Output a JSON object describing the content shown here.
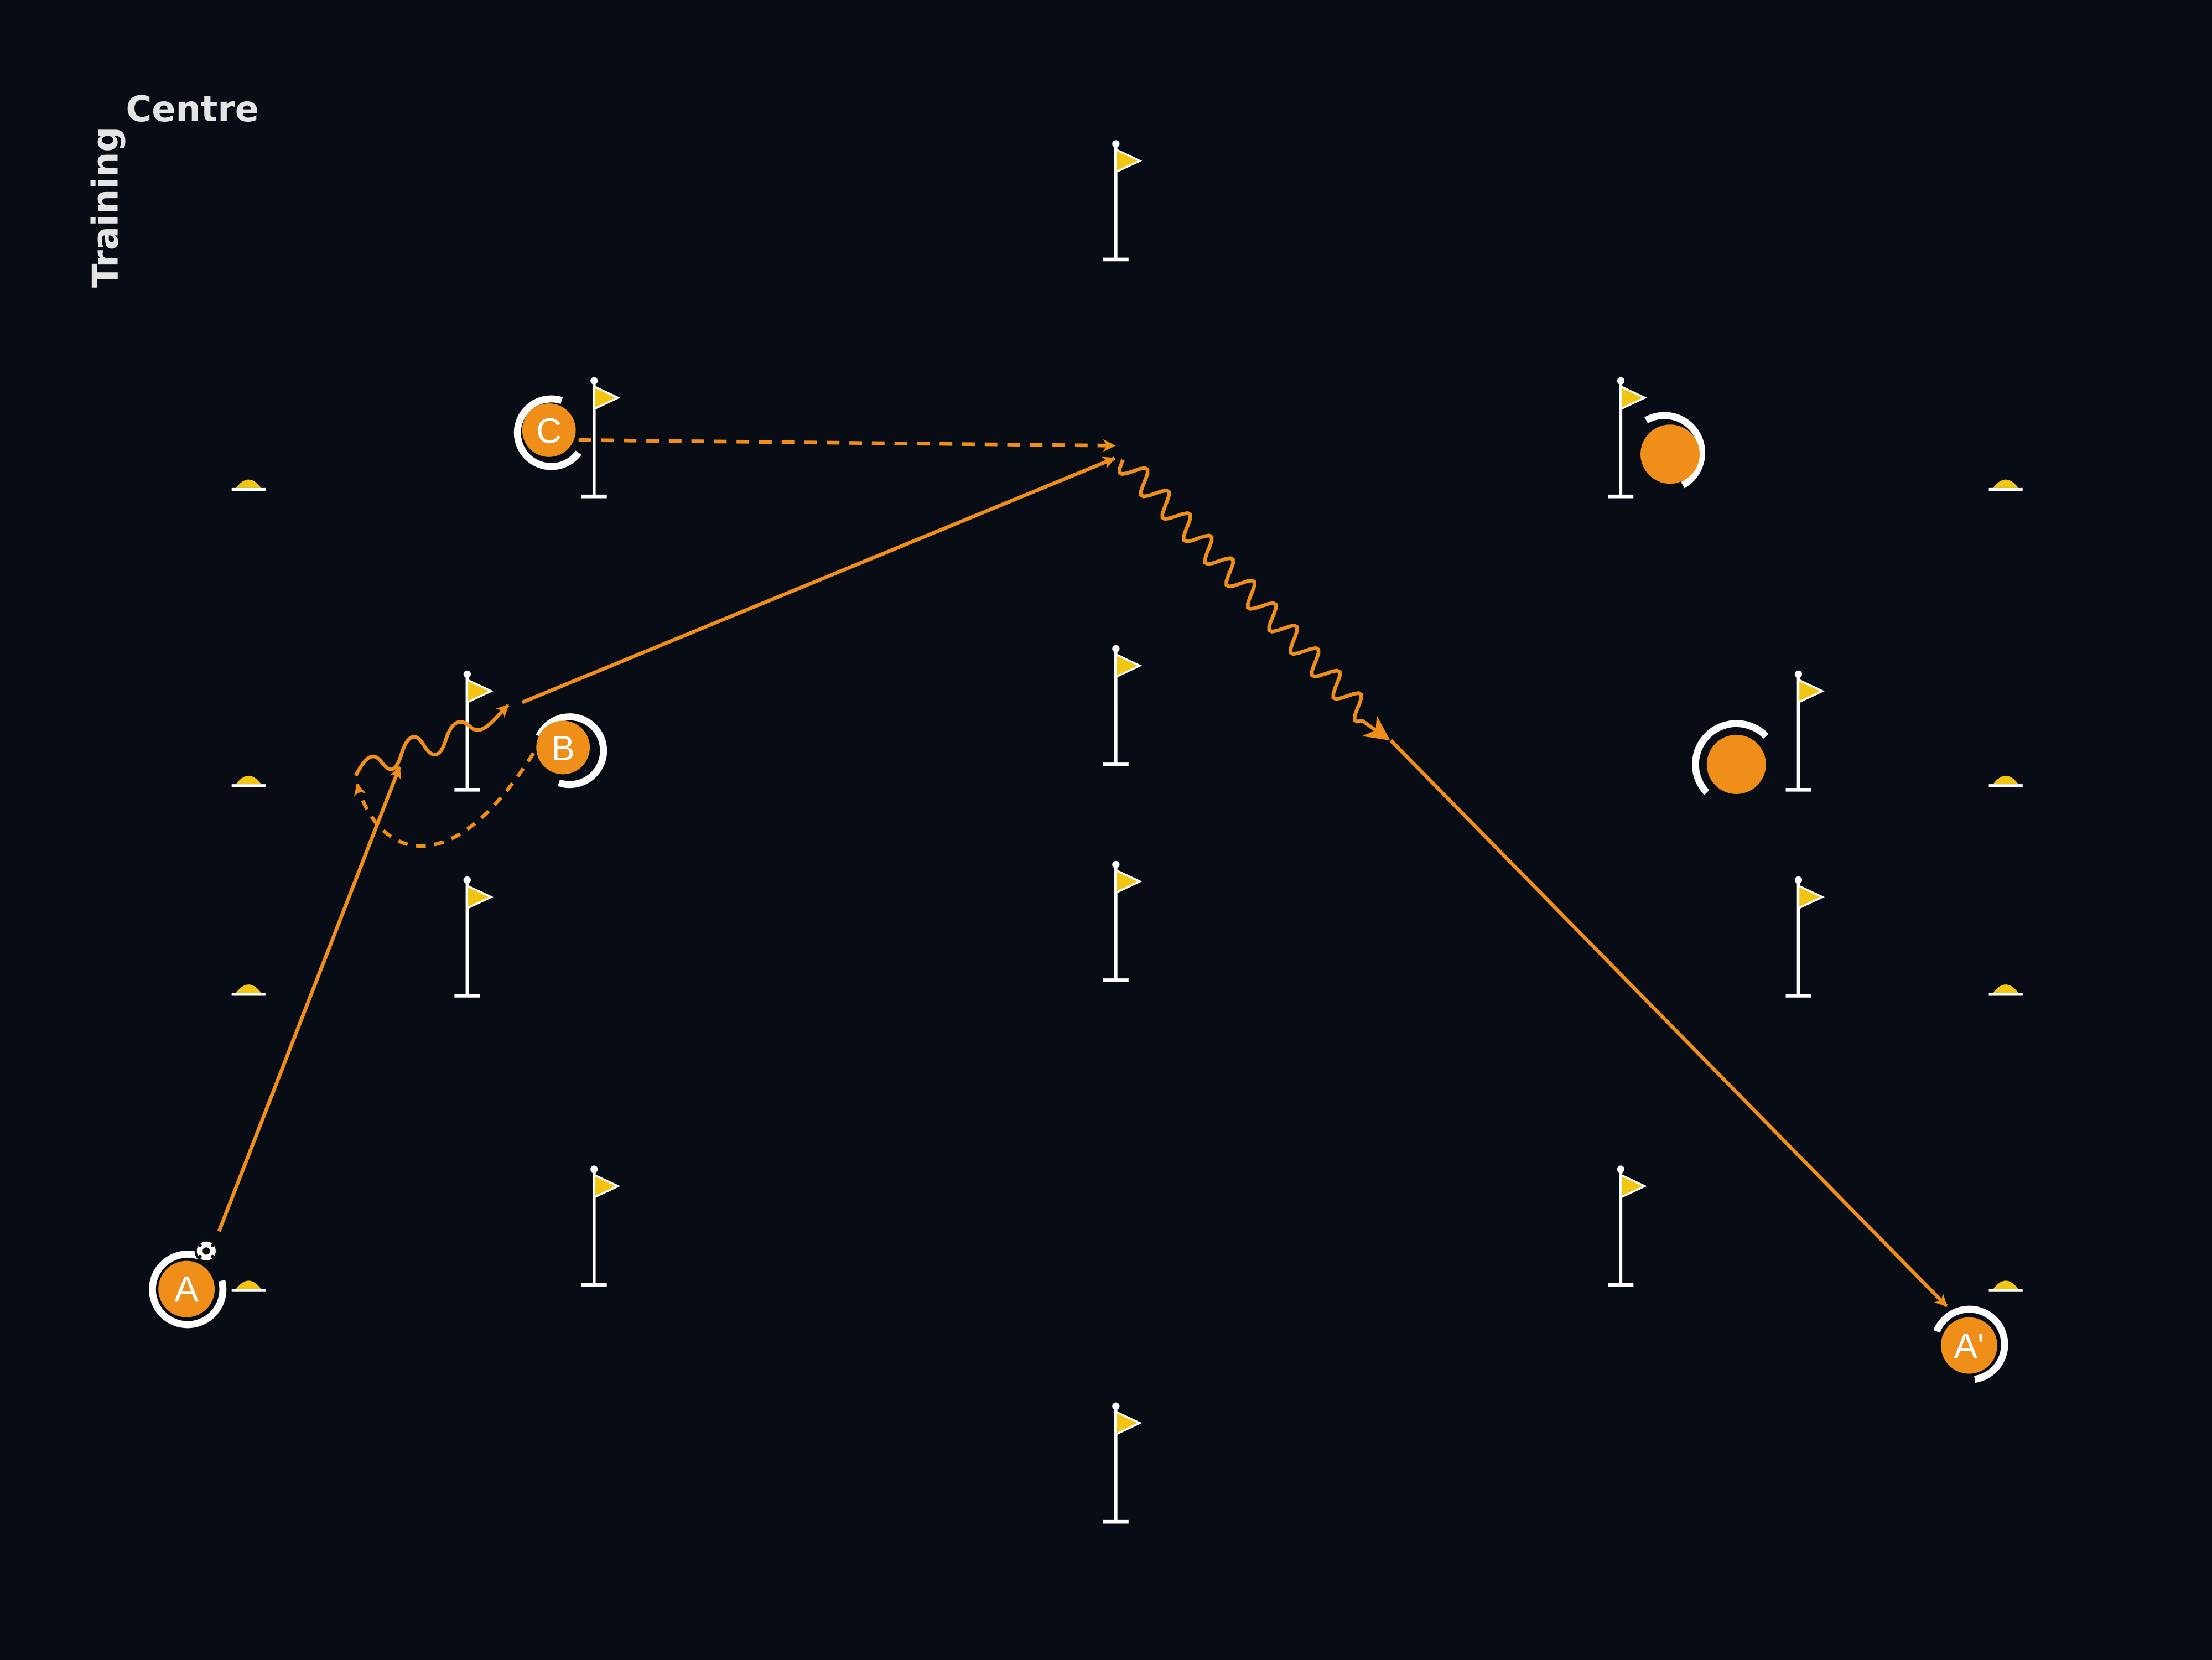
{
  "logo": {
    "word_vertical": "Training",
    "word_horizontal": "Centre"
  },
  "players": {
    "a": {
      "label": "A"
    },
    "b": {
      "label": "B"
    },
    "c": {
      "label": "C"
    },
    "a_prime": {
      "label": "A'"
    },
    "unlabeled_1": {
      "label": ""
    },
    "unlabeled_2": {
      "label": ""
    }
  },
  "legend_colors": {
    "player_orange": "#ef8f19",
    "flag_yellow": "#f2c414",
    "cone_yellow": "#f2c414",
    "line_white": "#ffffff",
    "background": "#070c15"
  },
  "line_styles": {
    "pass": "solid arrow",
    "run_off_ball": "dashed arrow",
    "dribble": "wavy arrow"
  },
  "icons": [
    "flag-pole-icon",
    "cone-icon",
    "football-icon",
    "player-marker-icon"
  ]
}
